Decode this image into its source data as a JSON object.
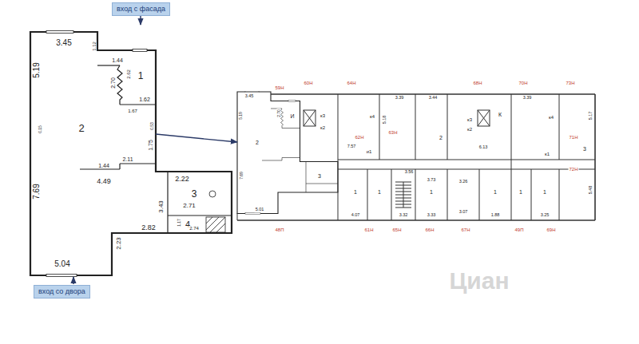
{
  "diagram": {
    "nodes": [
      {
        "text": [
          "вход с фасада"
        ]
      },
      {
        "text": [
          "2"
        ]
      },
      {
        "text": [
          "2"
        ]
      },
      {
        "text": [
          "вход со двора"
        ]
      }
    ],
    "edges": [
      {
        "from": 1,
        "to": 2,
        "arrow": "to"
      }
    ],
    "labels": [
      "3.45",
      "1.12",
      "5.19",
      "1.44",
      "2.70",
      "2.62",
      "1",
      "1.62",
      "1.67",
      "0.53",
      "0.15",
      "1.75",
      "2.11",
      "1.44",
      "4.49",
      "2.22",
      "3",
      "3.43",
      "2.71",
      "1.17",
      "4",
      "2.82",
      "2.74",
      "7.69",
      "2.23",
      "5.04",
      "3.45",
      "2.70",
      "5.19",
      "7.69",
      "5.01",
      "59Н",
      "60Н",
      "64Н",
      "68Н",
      "70Н",
      "73Н",
      "И",
      "к3",
      "к2",
      "к4",
      "62Н",
      "63Н",
      "и1",
      "2",
      "К",
      "к3",
      "к2",
      "к4",
      "71Н",
      "к1",
      "72Н",
      "3",
      "3",
      "1",
      "1",
      "1",
      "1",
      "1",
      "1",
      "4.07",
      "3.32",
      "3.33",
      "3.07",
      "1.88",
      "3.25",
      "5.17",
      "5.48",
      "3.56",
      "3.73",
      "6.13",
      "7.57",
      "5.18",
      "3.39",
      "3.44",
      "3.39",
      "3.26",
      "48П",
      "61Н",
      "65Н",
      "66Н",
      "67Н",
      "49П",
      "69Н",
      "Циан"
    ]
  }
}
